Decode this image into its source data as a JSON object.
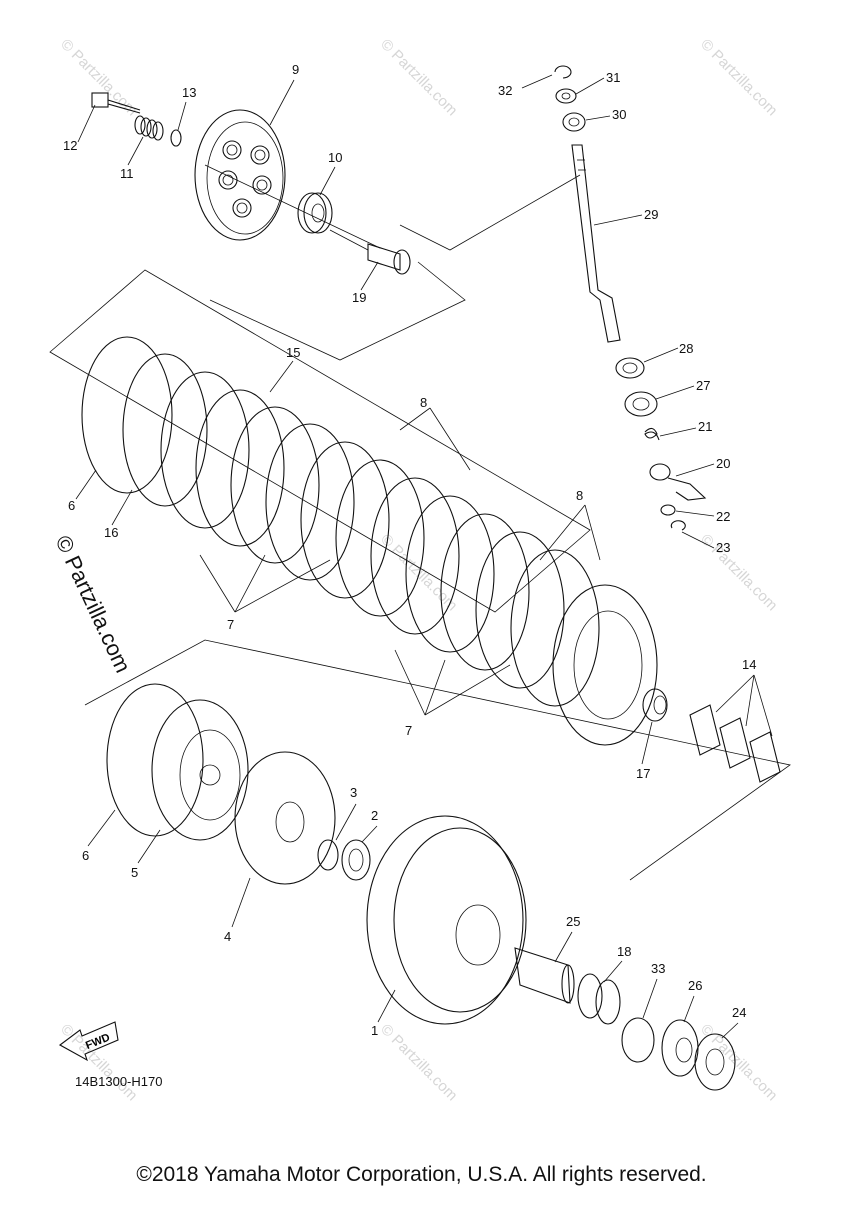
{
  "diagram": {
    "code": "14B1300-H170",
    "fwd_label": "FWD",
    "watermark_side": "© Partzilla.com",
    "watermark_small": "© Partzilla.com",
    "copyright": "©2018 Yamaha Motor Corporation, U.S.A. All rights reserved.",
    "callouts": [
      "1",
      "2",
      "3",
      "4",
      "5",
      "6",
      "6",
      "7",
      "7",
      "8",
      "8",
      "9",
      "10",
      "11",
      "12",
      "13",
      "14",
      "15",
      "16",
      "17",
      "18",
      "19",
      "20",
      "21",
      "22",
      "23",
      "24",
      "25",
      "26",
      "27",
      "28",
      "29",
      "30",
      "31",
      "32",
      "33"
    ]
  }
}
